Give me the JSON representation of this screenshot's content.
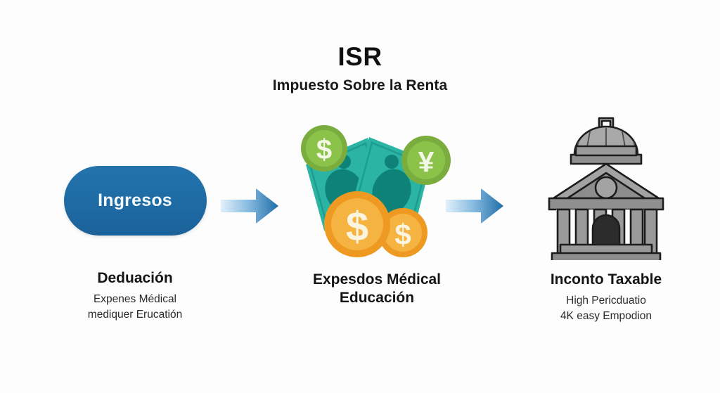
{
  "header": {
    "title": "ISR",
    "subtitle": "Impuesto Sobre la Renta"
  },
  "colors": {
    "background": "#fdfdfd",
    "pill_blue": "#1f6ea8",
    "arrow_light": "#cfe4f4",
    "arrow_dark": "#1f6ea8",
    "coin_green": "#8bc34a",
    "coin_green_dark": "#7aad3e",
    "coin_orange": "#f5b342",
    "coin_orange_dark": "#ee9a22",
    "bill_teal": "#2bb3a3",
    "bill_teal_dark": "#0f8277",
    "building_gray": "#9a9a9a",
    "building_outline": "#1d1d1d",
    "text_dark": "#141414"
  },
  "steps": [
    {
      "id": "income",
      "badge_label": "Ingresos",
      "caption_title": "Deduación",
      "caption_sub_line1": "Expenes Médical",
      "caption_sub_line2": "mediquer Erucatión",
      "icon": "blue-pill-badge"
    },
    {
      "id": "deductions",
      "caption_title_line1": "Expesdos Médical",
      "caption_title_line2": "Educación",
      "icon": "money-bills-and-coins",
      "coin_symbols": [
        "$",
        "¥",
        "$",
        "$"
      ]
    },
    {
      "id": "taxable",
      "caption_title": "Inconto Taxable",
      "caption_sub_line1": "High Pericduatio",
      "caption_sub_line2": "4K easy Empodion",
      "icon": "government-bank-building"
    }
  ],
  "connectors": [
    {
      "id": "arrow-income-to-deductions",
      "icon": "arrow-right-icon"
    },
    {
      "id": "arrow-deductions-to-taxable",
      "icon": "arrow-right-icon"
    }
  ]
}
